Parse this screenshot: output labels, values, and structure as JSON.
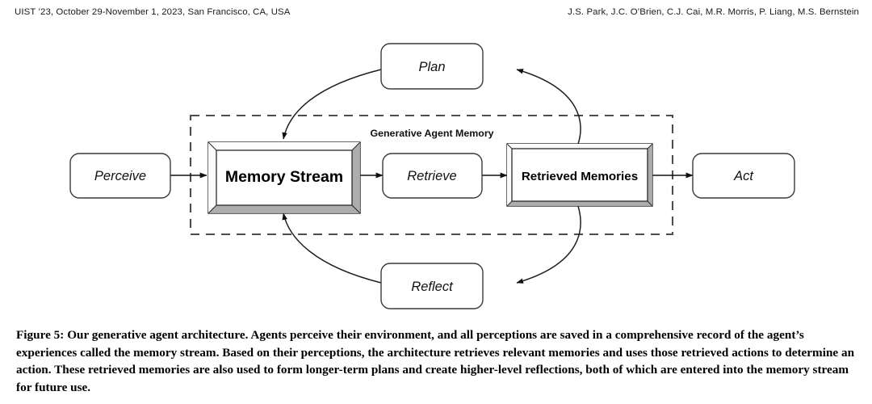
{
  "header": {
    "left": "UIST ’23, October 29-November 1, 2023, San Francisco, CA, USA",
    "right": "J.S. Park, J.C. O’Brien, C.J. Cai, M.R. Morris, P. Liang, M.S. Bernstein"
  },
  "figure": {
    "boundary_label": "Generative Agent Memory",
    "nodes": {
      "perceive": "Perceive",
      "memory_stream": "Memory Stream",
      "retrieve": "Retrieve",
      "retrieved_memories": "Retrieved Memories",
      "act": "Act",
      "plan": "Plan",
      "reflect": "Reflect"
    },
    "colors": {
      "stroke": "#1a1a1a",
      "bevel_light": "#f2f2f2",
      "bevel_shadow": "#a6a6a6",
      "dashed_boundary": "#4d4d4d",
      "background": "#ffffff"
    }
  },
  "caption": {
    "text": "Figure 5: Our generative agent architecture. Agents perceive their environment, and all perceptions are saved in a comprehensive record of the agent’s experiences called the memory stream. Based on their perceptions, the architecture retrieves relevant memories and uses those retrieved actions to determine an action. These retrieved memories are also used to form longer-term plans and create higher-level reflections, both of which are entered into the memory stream for future use."
  }
}
